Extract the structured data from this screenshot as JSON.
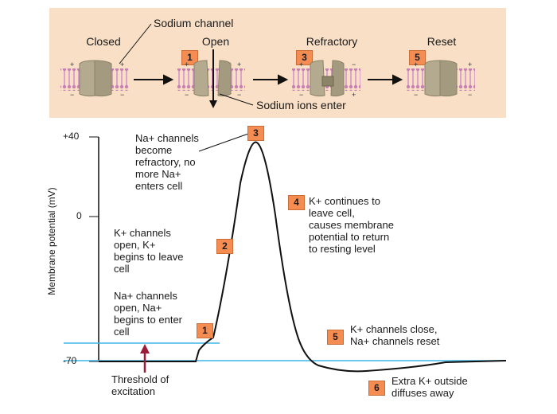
{
  "top_panel": {
    "channel_title": "Sodium channel",
    "states": [
      {
        "label": "Closed",
        "badge": ""
      },
      {
        "label": "Open",
        "badge": "1"
      },
      {
        "label": "Refractory",
        "badge": "3"
      },
      {
        "label": "Reset",
        "badge": "5"
      }
    ],
    "ions_label": "Sodium ions enter"
  },
  "graph": {
    "ylabel": "Membrane potential (mV)",
    "yticks": [
      "+40",
      "0",
      "-70"
    ],
    "annotations": [
      {
        "badge": "1",
        "text": "Na+ channels\nopen, Na+\nbegins to enter\ncell"
      },
      {
        "badge": "2",
        "text": "K+ channels\nopen, K+\nbegins to leave\ncell"
      },
      {
        "badge": "3",
        "text": "Na+ channels\nbecome\nrefractory, no\nmore Na+\nenters cell"
      },
      {
        "badge": "4",
        "text": "K+ continues to\nleave cell,\ncauses membrane\npotential to return\nto resting level"
      },
      {
        "badge": "5",
        "text": "K+ channels close,\nNa+ channels reset"
      },
      {
        "badge": "6",
        "text": "Extra K+ outside\ndiffuses away"
      }
    ],
    "threshold_label": "Threshold of\nexcitation"
  },
  "colors": {
    "panel_bg": "#f8dfc5",
    "badge": "#f58d52",
    "membrane": "#d9a3cc",
    "channel": "#b3aa90",
    "reference_lines": "#3fb6e8",
    "threshold_arrow": "#9b1d3a"
  }
}
